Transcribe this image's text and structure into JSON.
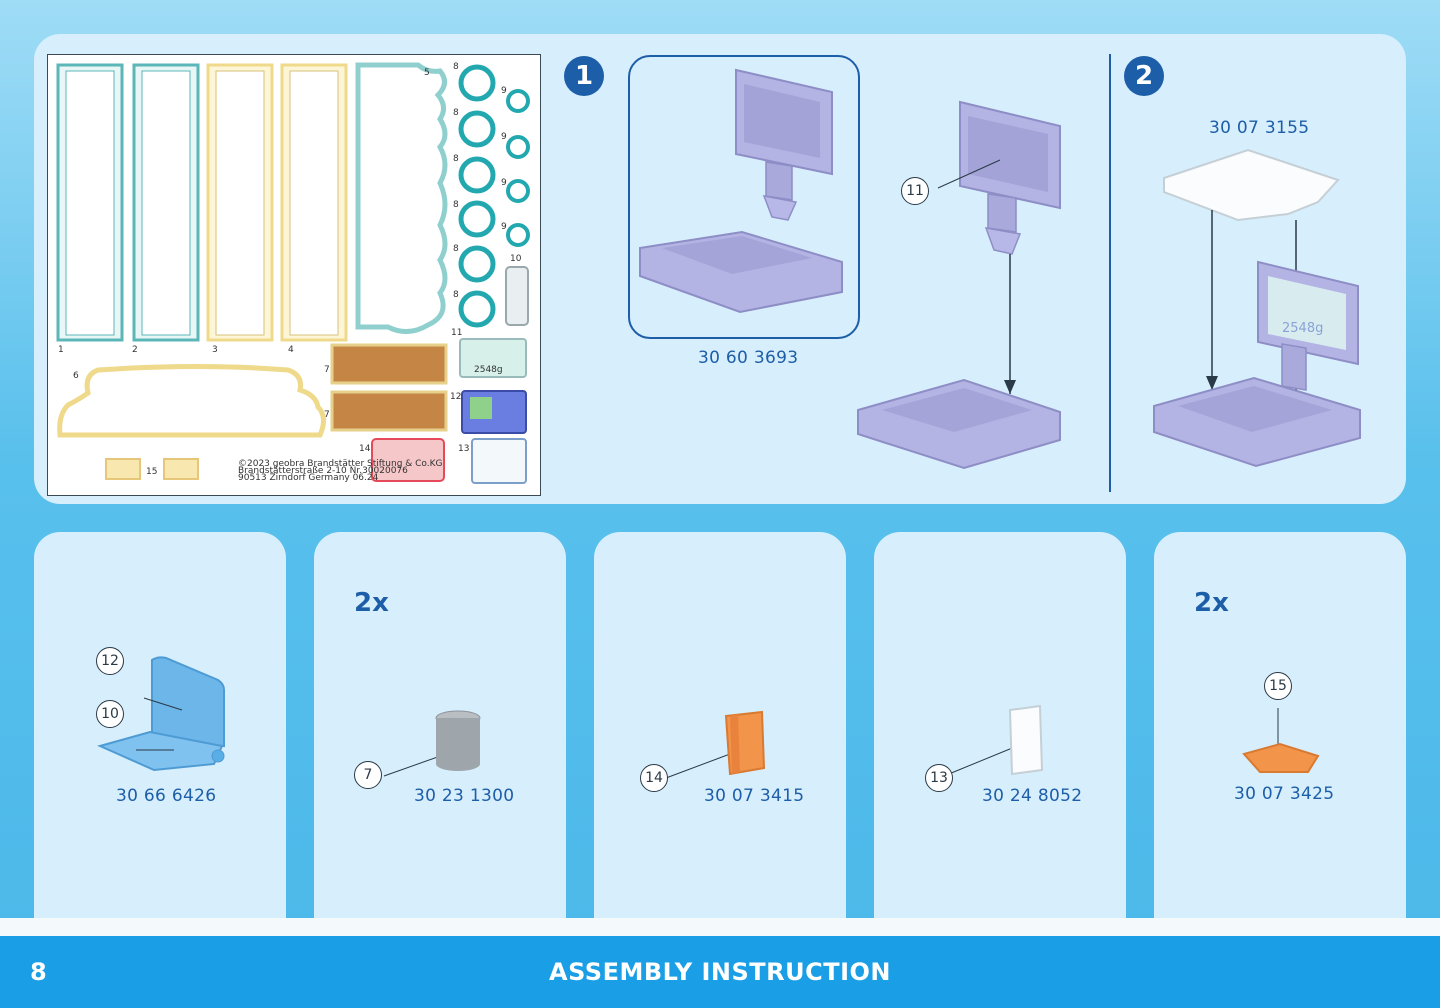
{
  "page": {
    "number": "8",
    "title": "ASSEMBLY INSTRUCTION"
  },
  "sticker_sheet": {
    "labels": [
      "1",
      "2",
      "3",
      "4",
      "5",
      "6",
      "7",
      "7",
      "8",
      "8",
      "8",
      "8",
      "8",
      "8",
      "9",
      "9",
      "9",
      "9",
      "10",
      "11",
      "12",
      "13",
      "14",
      "15"
    ],
    "sticker_text_11": "2548g",
    "copyright_lines": [
      "©2023 geobra Brandstätter Stiftung & Co.KG",
      "Brandstätterstraße 2-10   Nr.30020076",
      "90513 Zirndorf Germany   06.24"
    ]
  },
  "steps": [
    {
      "number": "1",
      "detail_part_no": "30 60 3693",
      "callout": "11"
    },
    {
      "number": "2",
      "part_no": "30 07 3155",
      "screen_text": "2548g"
    }
  ],
  "parts": [
    {
      "qty": "",
      "callouts": [
        "12",
        "10"
      ],
      "part_no": "30 66 6426"
    },
    {
      "qty": "2x",
      "callouts": [
        "7"
      ],
      "part_no": "30 23 1300"
    },
    {
      "qty": "",
      "callouts": [
        "14"
      ],
      "part_no": "30 07 3415"
    },
    {
      "qty": "",
      "callouts": [
        "13"
      ],
      "part_no": "30 24 8052"
    },
    {
      "qty": "2x",
      "callouts": [
        "15"
      ],
      "part_no": "30 07 3425"
    }
  ],
  "colors": {
    "accent_blue": "#1d5ea8",
    "panel": "#d7eefc",
    "footer": "#1a9ee6",
    "lavender_part": "#b3b3e4",
    "blue_part": "#6cb6ea",
    "orange_part": "#f2944a"
  }
}
